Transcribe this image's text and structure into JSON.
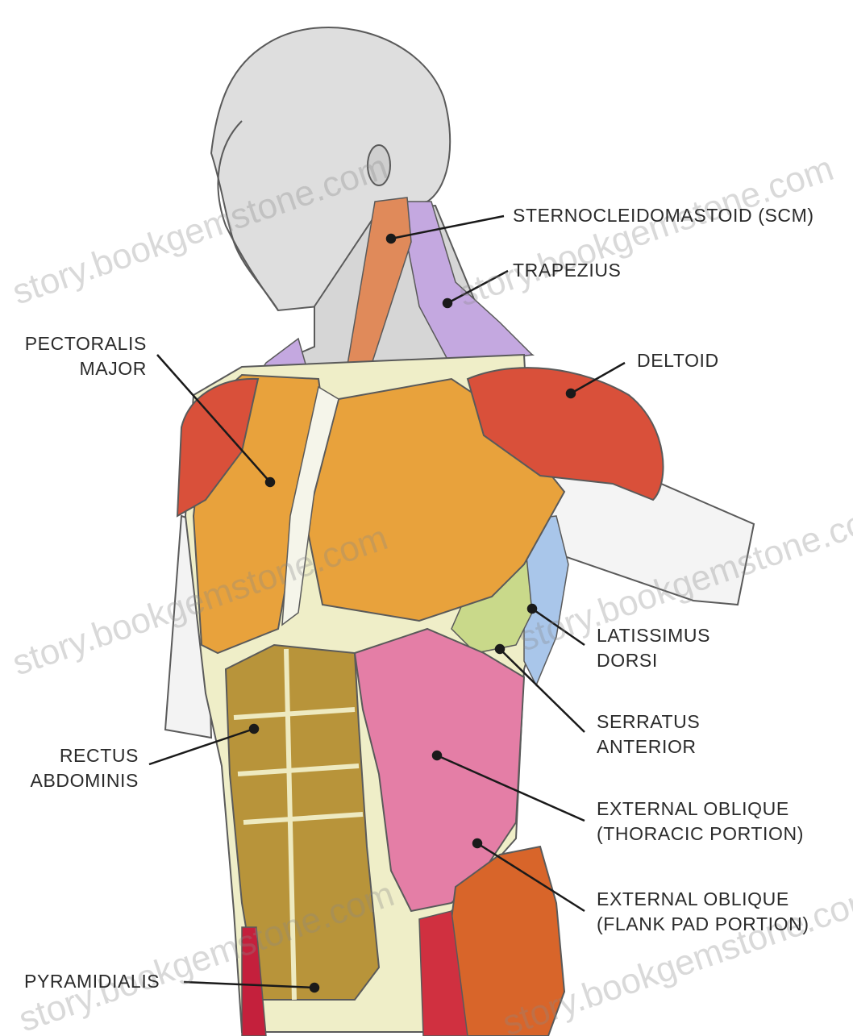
{
  "labels": {
    "scm": "STERNOCLEIDOMASTOID (SCM)",
    "trapezius": "TRAPEZIUS",
    "deltoid": "DELTOID",
    "pectoralis": [
      "PECTORALIS",
      "MAJOR"
    ],
    "latissimus": [
      "LATISSIMUS",
      "DORSI"
    ],
    "serratus": [
      "SERRATUS",
      "ANTERIOR"
    ],
    "rectus": [
      "RECTUS",
      "ABDOMINIS"
    ],
    "oblique_thoracic": [
      "EXTERNAL OBLIQUE",
      "(THORACIC PORTION)"
    ],
    "oblique_flank": [
      "EXTERNAL OBLIQUE",
      "(FLANK PAD PORTION)"
    ],
    "pyramidalis": "PYRAMIDIALIS"
  },
  "watermark": "story.bookgemstone.com",
  "colors": {
    "outline": "#5a5a5a",
    "skin_gray": "#dedede",
    "pectoral": "#e8a23c",
    "deltoid": "#d9503a",
    "scm": "#e08a5a",
    "trapezius": "#c4a8e0",
    "latissimus": "#a9c6ea",
    "serratus": "#c9d98a",
    "rectus": "#b8943a",
    "oblique": "#e47ea6",
    "flank": "#d8652a",
    "tendon": "#f0efcf"
  }
}
